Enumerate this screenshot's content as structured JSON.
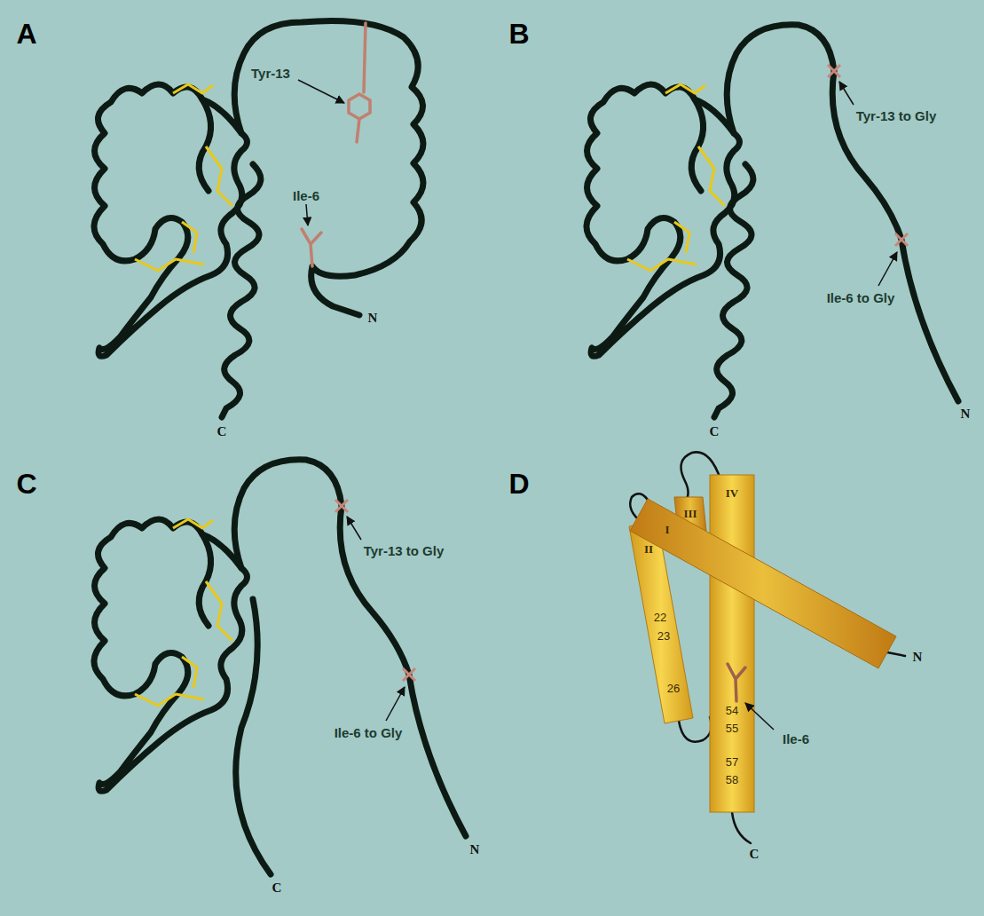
{
  "diagram": {
    "labels": [
      "A",
      "Tyr-13",
      "Ile-6",
      "N",
      "C",
      "B",
      "Tyr-13 to Gly",
      "Ile-6 to Gly",
      "C",
      "N",
      "C",
      "Tyr-13 to Gly",
      "Ile-6 to Gly",
      "N",
      "C",
      "D",
      "IV",
      "III",
      "I",
      "II",
      "22",
      "23",
      "26",
      "54",
      "55",
      "57",
      "58",
      "N",
      "Ile-6",
      "C"
    ]
  }
}
